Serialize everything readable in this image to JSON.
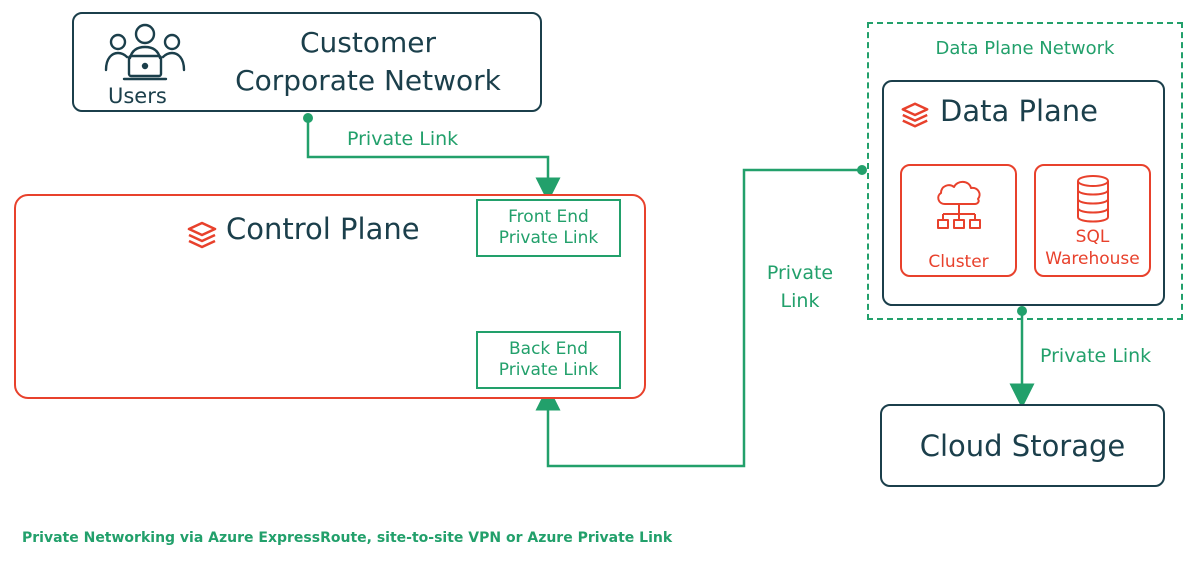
{
  "customer": {
    "title_line1": "Customer",
    "title_line2": "Corporate Network",
    "users_label": "Users",
    "icon": "users-laptop-icon"
  },
  "control_plane": {
    "title": "Control Plane",
    "icon": "layers-icon",
    "front_end_line1": "Front End",
    "front_end_line2": "Private Link",
    "back_end_line1": "Back End",
    "back_end_line2": "Private Link"
  },
  "data_plane_network": {
    "title": "Data Plane Network"
  },
  "data_plane": {
    "title": "Data Plane",
    "icon": "layers-icon",
    "cluster_label": "Cluster",
    "cluster_icon": "cloud-network-icon",
    "sql_line1": "SQL",
    "sql_line2": "Warehouse",
    "sql_icon": "database-icon"
  },
  "links": {
    "customer_to_front": "Private Link",
    "middle_line1": "Private",
    "middle_line2": "Link",
    "data_to_storage": "Private Link"
  },
  "cloud_storage": {
    "title": "Cloud Storage"
  },
  "footer": {
    "note": "Private Networking via Azure ExpressRoute, site-to-site VPN or Azure Private Link"
  },
  "colors": {
    "dark": "#1b3f4b",
    "green": "#22a06b",
    "red": "#e8412c"
  }
}
